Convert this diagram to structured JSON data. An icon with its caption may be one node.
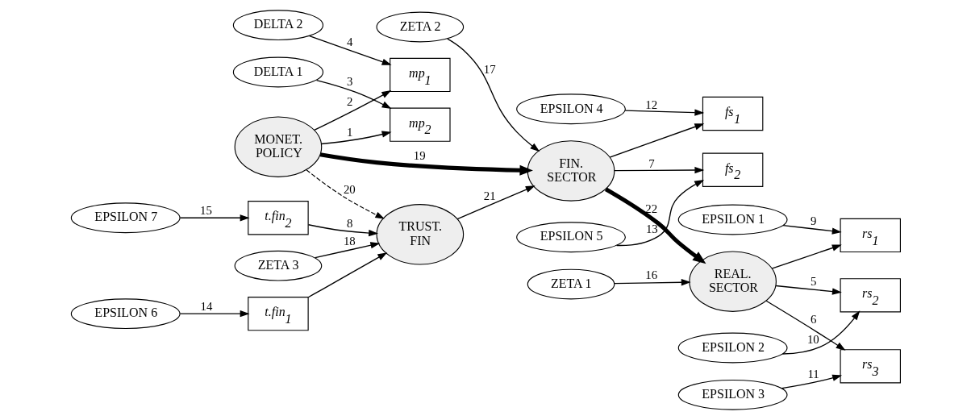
{
  "diagram": {
    "nodes": [
      {
        "text": [
          "EPSILON 4"
        ]
      },
      {
        "text": [
          "EPSILON 5"
        ]
      },
      {
        "text": [
          "fs$_{1}$"
        ]
      },
      {
        "text": [
          "fs$_{2}$"
        ]
      },
      {
        "text": [
          "ZETA 2"
        ]
      },
      {
        "text": [
          "ZETA 1"
        ]
      },
      {
        "text": [
          "DELTA 2"
        ]
      },
      {
        "text": [
          "mp$_{1}$"
        ]
      },
      {
        "text": [
          "MONET. POLICY"
        ]
      },
      {
        "text": [
          "FIN. SECTOR"
        ]
      },
      {
        "text": [
          "REAL. SECTOR"
        ]
      },
      {
        "text": [
          "rs$_{1}$"
        ]
      },
      {
        "text": [
          "EPSILON 1"
        ]
      },
      {
        "text": [
          "DELTA 1"
        ]
      },
      {
        "text": [
          "mp$_{2}$"
        ]
      },
      {
        "text": [
          "rs$_{2}$"
        ]
      },
      {
        "text": [
          "EPSILON 2"
        ]
      },
      {
        "text": [
          "rs$_{3}$"
        ]
      },
      {
        "text": [
          "EPSILON 3"
        ]
      },
      {
        "text": [
          "TRUST. FIN"
        ]
      },
      {
        "text": [
          "ZETA 3"
        ]
      },
      {
        "text": [
          "t.fin$_{1}$"
        ]
      },
      {
        "text": [
          "t.fin$_{2}$"
        ]
      },
      {
        "text": [
          "EPSILON 6"
        ]
      },
      {
        "text": [
          "EPSILON 7"
        ]
      }
    ],
    "edges": [
      {
        "from": 8,
        "to": 14,
        "arrow": "to",
        "label": "1"
      },
      {
        "from": 8,
        "to": 7,
        "arrow": "to",
        "label": "2"
      },
      {
        "from": 13,
        "to": 14,
        "arrow": "to",
        "label": "3"
      },
      {
        "from": 6,
        "to": 7,
        "arrow": "to",
        "label": "4"
      },
      {
        "from": 10,
        "to": 15,
        "arrow": "to",
        "label": "5"
      },
      {
        "from": 10,
        "to": 17,
        "arrow": "to",
        "label": "6"
      },
      {
        "from": 9,
        "to": 3,
        "arrow": "to",
        "label": "7"
      },
      {
        "from": 22,
        "to": 19,
        "arrow": "to",
        "label": "8"
      },
      {
        "from": 12,
        "to": 11,
        "arrow": "to",
        "label": "9"
      },
      {
        "from": 16,
        "to": 15,
        "arrow": "to",
        "label": "10"
      },
      {
        "from": 18,
        "to": 17,
        "arrow": "to",
        "label": "11"
      },
      {
        "from": 0,
        "to": 2,
        "arrow": "to",
        "label": "12"
      },
      {
        "from": 1,
        "to": 3,
        "arrow": "to",
        "label": "13"
      },
      {
        "from": 23,
        "to": 21,
        "arrow": "to",
        "label": "14"
      },
      {
        "from": 24,
        "to": 22,
        "arrow": "to",
        "label": "15"
      },
      {
        "from": 5,
        "to": 10,
        "arrow": "to",
        "label": "16"
      },
      {
        "from": 4,
        "to": 9,
        "arrow": "to",
        "label": "17"
      },
      {
        "from": 20,
        "to": 19,
        "arrow": "to",
        "label": "18"
      },
      {
        "from": 8,
        "to": 9,
        "arrow": "to",
        "label": "19",
        "style": "thick"
      },
      {
        "from": 8,
        "to": 19,
        "arrow": "to",
        "label": "20",
        "style": "dashed"
      },
      {
        "from": 19,
        "to": 9,
        "arrow": "to",
        "label": "21"
      },
      {
        "from": 9,
        "to": 10,
        "arrow": "to",
        "label": "22",
        "style": "thick"
      },
      {
        "from": 9,
        "to": 2,
        "arrow": "to"
      },
      {
        "from": 10,
        "to": 11,
        "arrow": "to"
      },
      {
        "from": 21,
        "to": 19,
        "arrow": "to"
      }
    ]
  }
}
